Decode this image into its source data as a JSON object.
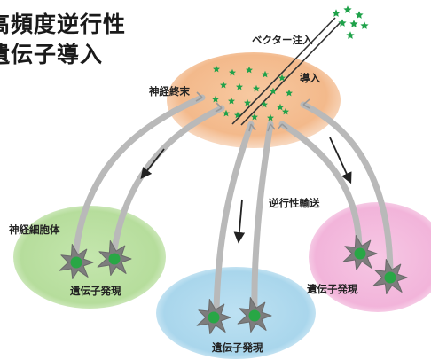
{
  "title": {
    "line1": "高頻度逆行性",
    "line2": "遺伝子導入"
  },
  "labels": {
    "vector_injection": "ベクター注入",
    "injection": "導入",
    "nerve_terminal": "神経終末",
    "retrograde_transport": "逆行性輸送",
    "neuron_cell_body": "神経細胞体",
    "expression_left": "遺伝子発現",
    "expression_center": "遺伝子発現",
    "expression_right": "遺伝子発現"
  },
  "colors": {
    "terminal_region": "#f3b98b",
    "green_region": "#b6dd9c",
    "blue_region": "#a9d6ec",
    "pink_region": "#f2b4da",
    "axon": "#b9b9b9",
    "star": "#1fa24a",
    "nucleus": "#28a745",
    "soma": "#7d7d7d"
  }
}
